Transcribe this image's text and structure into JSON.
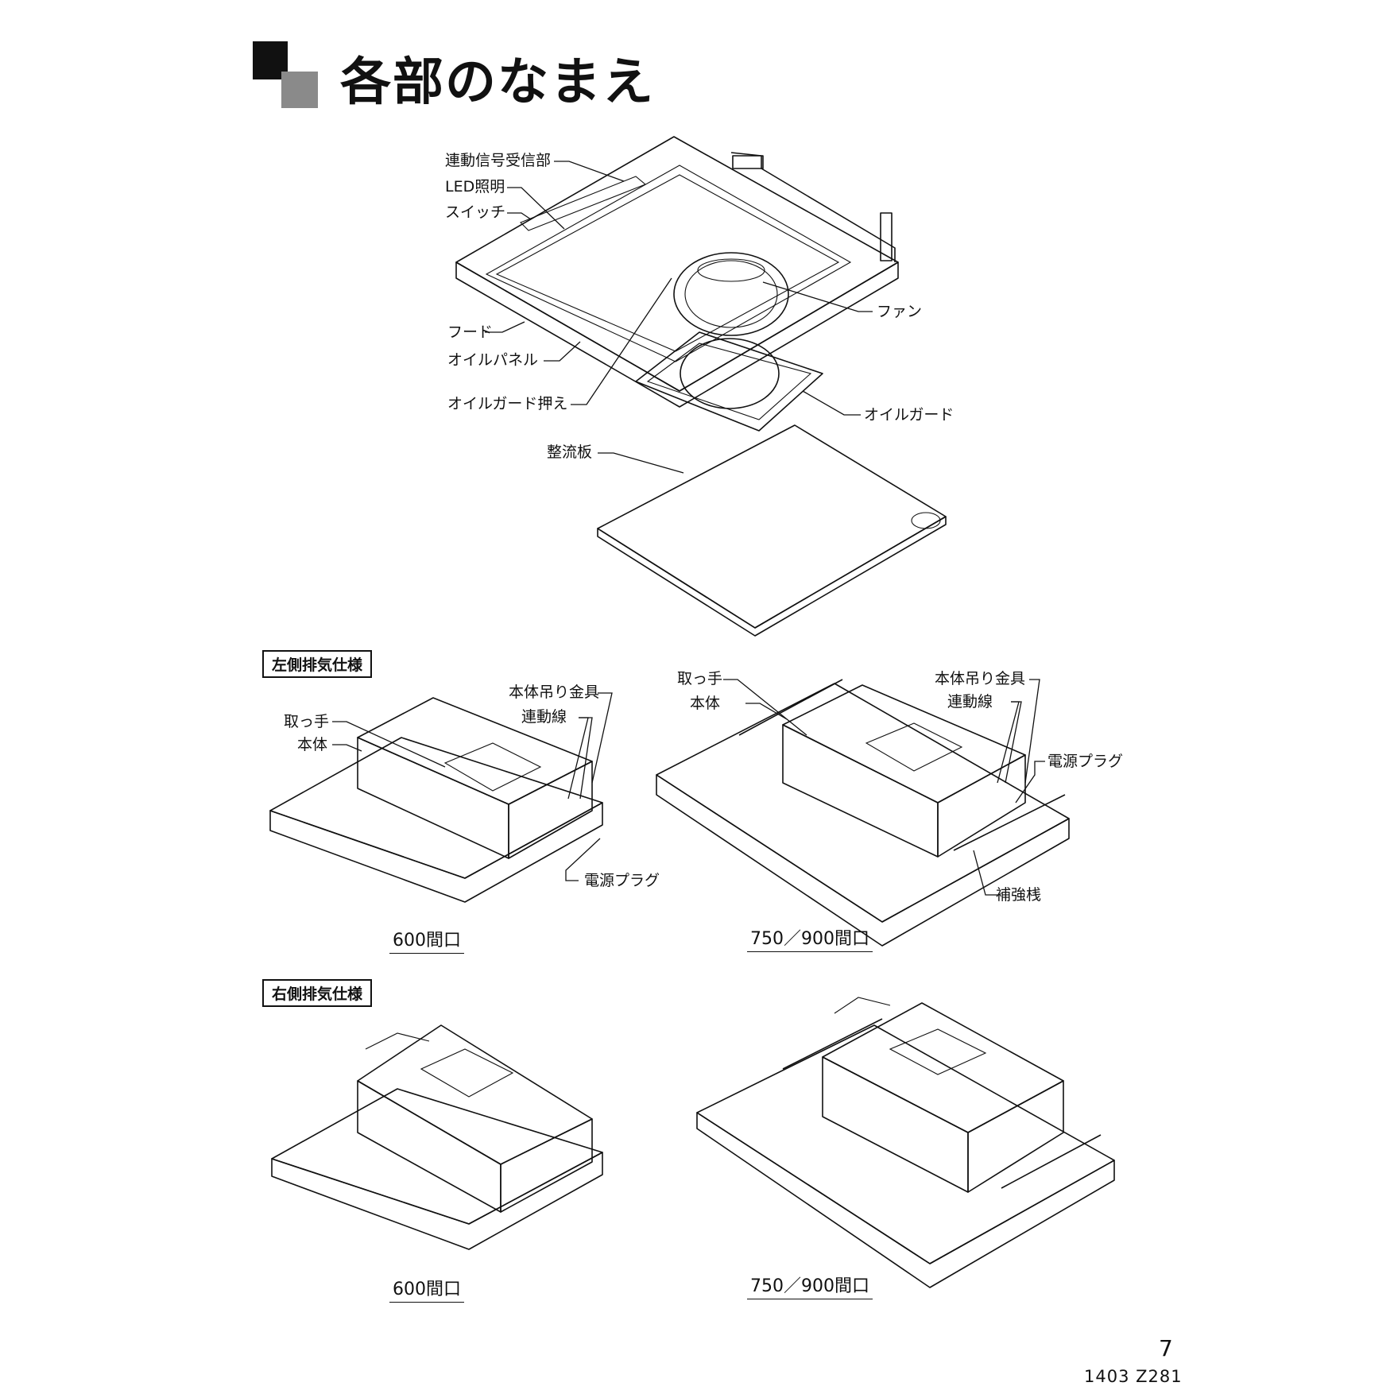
{
  "header": {
    "title": "各部のなまえ"
  },
  "top_labels": {
    "signal_receiver": "連動信号受信部",
    "led_light": "LED照明",
    "switch": "スイッチ",
    "hood": "フード",
    "oil_panel": "オイルパネル",
    "oil_guard_holder": "オイルガード押え",
    "fan": "ファン",
    "oil_guard": "オイルガード",
    "rectifier_plate": "整流板"
  },
  "left_exhaust": {
    "section_label": "左側排気仕様",
    "small": {
      "hanger": "本体吊り金具",
      "interlock_wire": "連動線",
      "handle": "取っ手",
      "body": "本体",
      "power_plug": "電源プラグ",
      "caption": "600間口"
    },
    "large": {
      "handle": "取っ手",
      "body": "本体",
      "hanger": "本体吊り金具",
      "interlock_wire": "連動線",
      "power_plug": "電源プラグ",
      "reinforcement": "補強桟",
      "caption": "750／900間口"
    }
  },
  "right_exhaust": {
    "section_label": "右側排気仕様",
    "small_caption": "600間口",
    "large_caption": "750／900間口"
  },
  "footer": {
    "page_number": "7",
    "doc_code": "1403  Z281"
  }
}
